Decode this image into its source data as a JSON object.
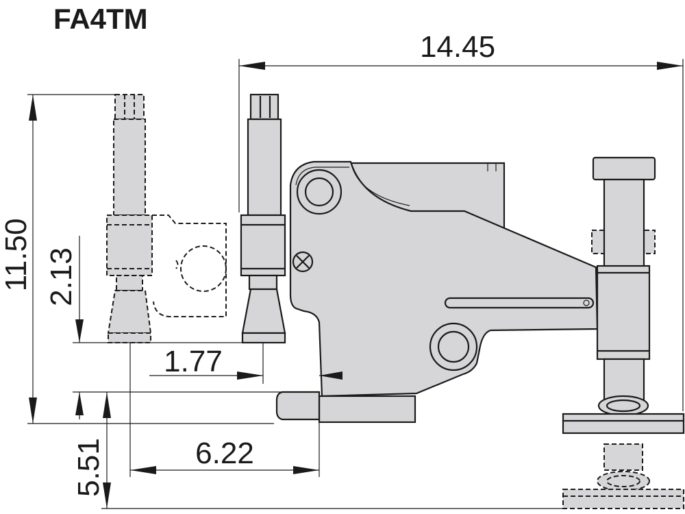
{
  "title": "FA4TM",
  "dimensions": {
    "overall_length": "14.45",
    "overall_height": "11.50",
    "spindle_height": "2.13",
    "spindle_offset": "1.77",
    "mount_to_spindle": "6.22",
    "lower_height": "5.51"
  },
  "colors": {
    "part_fill": "#d6d6d8",
    "line": "#1a1a1a"
  }
}
